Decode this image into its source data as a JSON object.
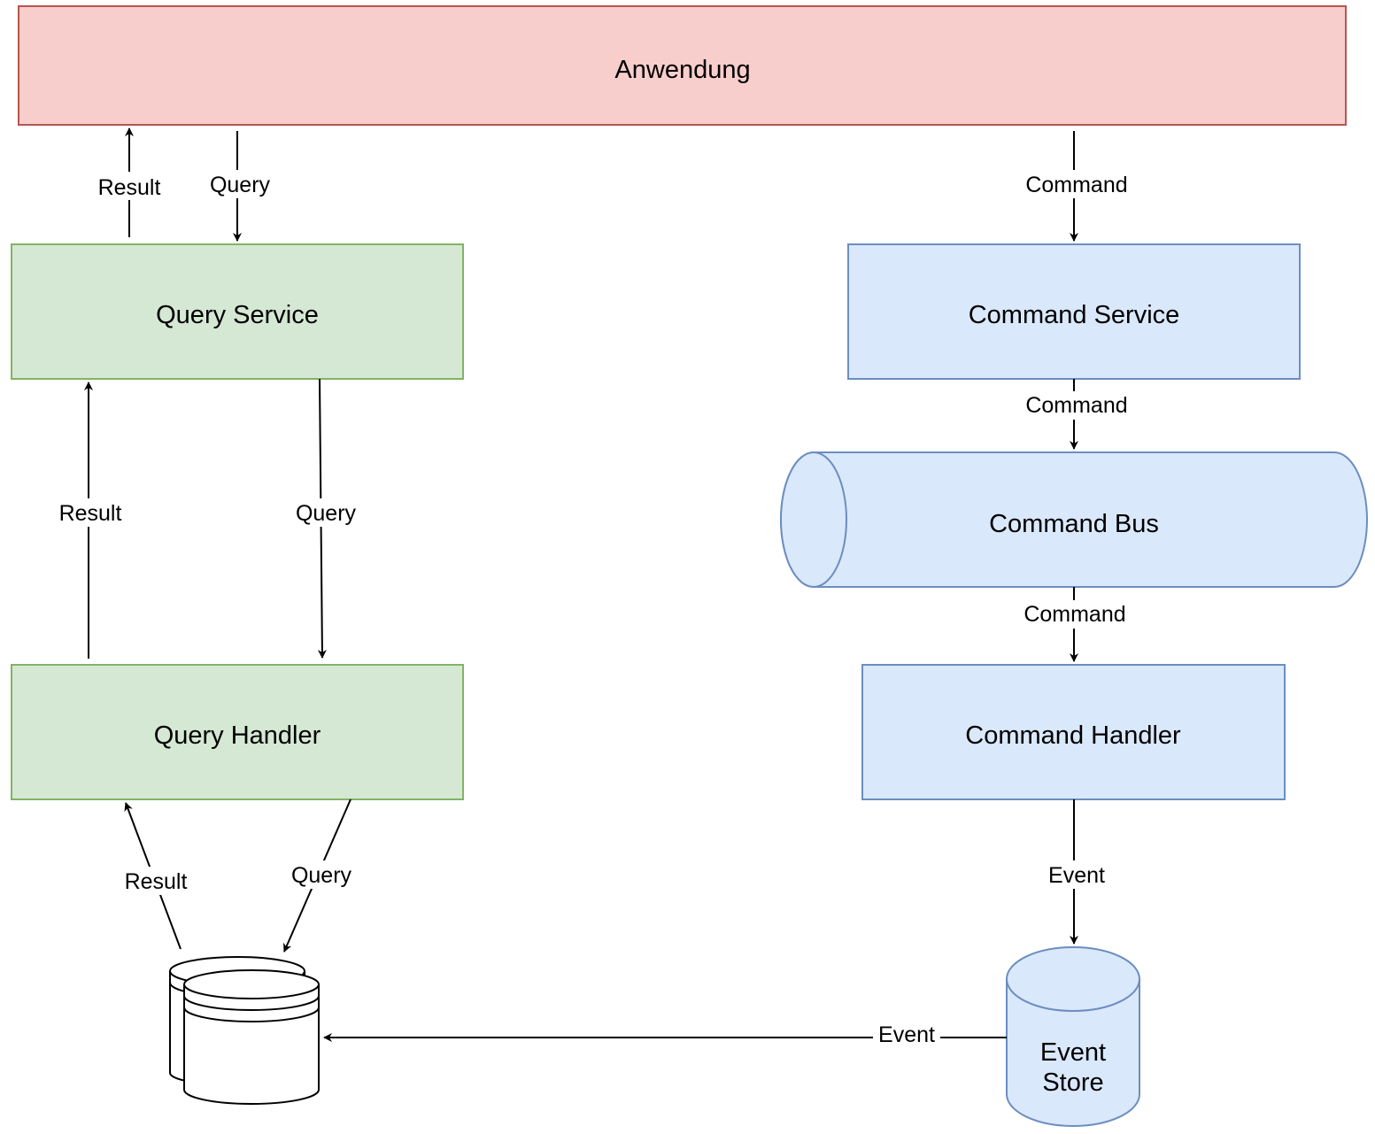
{
  "nodes": {
    "app": {
      "label": "Anwendung",
      "fill": "#f8cecc",
      "stroke": "#b85450"
    },
    "query_service": {
      "label": "Query Service",
      "fill": "#d5e8d4",
      "stroke": "#82b366"
    },
    "query_handler": {
      "label": "Query Handler",
      "fill": "#d5e8d4",
      "stroke": "#82b366"
    },
    "command_service": {
      "label": "Command Service",
      "fill": "#dae8fc",
      "stroke": "#6c8ebf"
    },
    "command_bus": {
      "label": "Command Bus",
      "fill": "#dae8fc",
      "stroke": "#6c8ebf"
    },
    "command_handler": {
      "label": "Command Handler",
      "fill": "#dae8fc",
      "stroke": "#6c8ebf"
    },
    "event_store": {
      "label_line1": "Event",
      "label_line2": "Store",
      "fill": "#dae8fc",
      "stroke": "#6c8ebf"
    },
    "read_db": {
      "fill": "#ffffff",
      "stroke": "#000000"
    }
  },
  "edges": {
    "app_result": "Result",
    "app_query": "Query",
    "app_command": "Command",
    "qs_result": "Result",
    "qs_query": "Query",
    "qh_result": "Result",
    "qh_query": "Query",
    "cs_command": "Command",
    "cb_command": "Command",
    "ch_event": "Event",
    "es_event": "Event"
  }
}
